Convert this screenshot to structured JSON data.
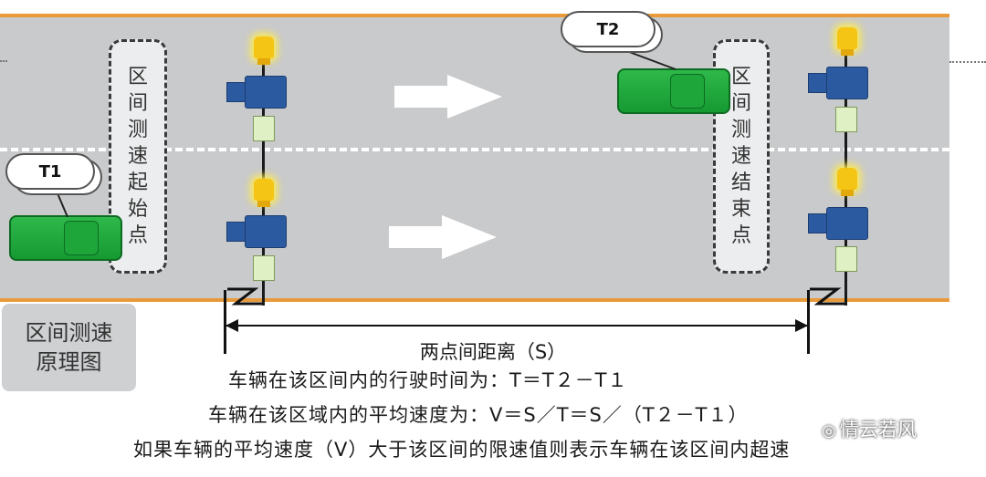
{
  "start_zone": {
    "chars": [
      "区",
      "间",
      "测",
      "速",
      "起",
      "始",
      "点"
    ]
  },
  "end_zone": {
    "chars": [
      "区",
      "间",
      "测",
      "速",
      "结",
      "束",
      "点"
    ]
  },
  "timestamps": {
    "t1": "T1",
    "t2": "T2"
  },
  "legend": {
    "line1": "区间测速",
    "line2": "原理图"
  },
  "text": {
    "distance": "两点间距离（S）",
    "travel_time": "车辆在该区间内的行驶时间为：T＝T２－T１",
    "average_speed": "车辆在该区域内的平均速度为：V＝S／T＝S／（T２－T１）",
    "conclusion": "如果车辆的平均速度（V）大于该区间的限速值则表示车辆在该区间内超速"
  },
  "watermark": {
    "text": "情云若风"
  },
  "colors": {
    "road": "#c9cacb",
    "road_edge": "#e89a3a",
    "car": "#159a32",
    "camera": "#2c5aa0",
    "lamp": "#f4c514",
    "sensor": "#dff0c4"
  },
  "icons": [
    "car-icon",
    "camera-icon",
    "lamp-icon",
    "sensor-icon",
    "arrow-right-icon",
    "cloud-icon",
    "wechat-icon"
  ]
}
